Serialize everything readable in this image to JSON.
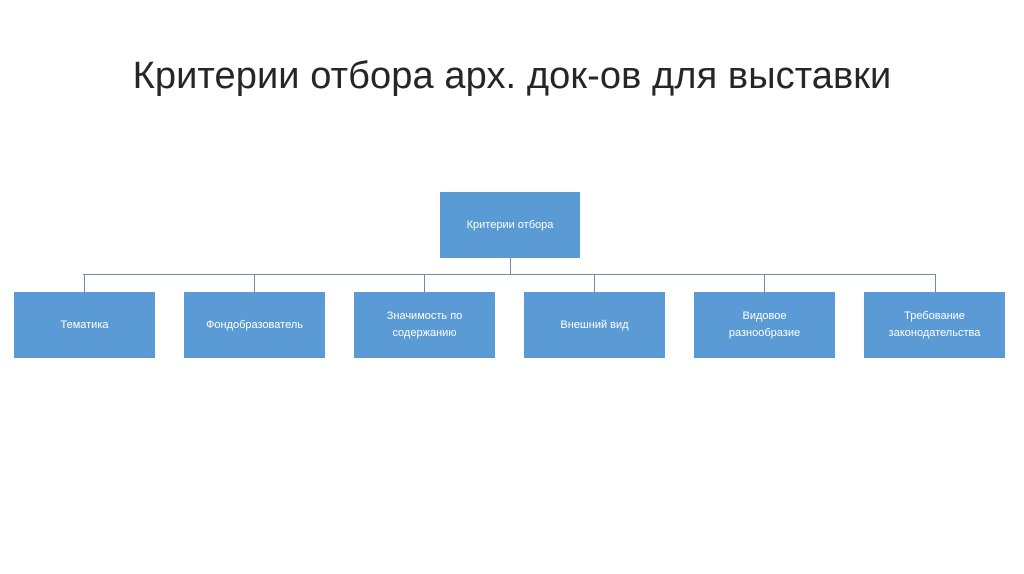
{
  "slide": {
    "title": "Критерии отбора арх. док-ов для выставки",
    "background_color": "#ffffff",
    "title_color": "#262626"
  },
  "theme": {
    "node_fill": "#5b9bd5",
    "node_text_color": "#ffffff",
    "connector_color": "#6e8fa3"
  },
  "chart_data": {
    "type": "diagram",
    "diagram_kind": "org-chart",
    "orientation": "top-down",
    "title": "Критерии отбора арх. док-ов для выставки",
    "root": {
      "id": "root",
      "label": "Критерии отбора"
    },
    "children": [
      {
        "id": "child-1",
        "label": "Тематика"
      },
      {
        "id": "child-2",
        "label": "Фондобразователь"
      },
      {
        "id": "child-3",
        "label": "Значимость по\nсодержанию"
      },
      {
        "id": "child-4",
        "label": "Внешний вид"
      },
      {
        "id": "child-5",
        "label": "Видовое\nразнообразие"
      },
      {
        "id": "child-6",
        "label": "Требование\nзаконодательства"
      }
    ],
    "edges": [
      {
        "from": "root",
        "to": "child-1"
      },
      {
        "from": "root",
        "to": "child-2"
      },
      {
        "from": "root",
        "to": "child-3"
      },
      {
        "from": "root",
        "to": "child-4"
      },
      {
        "from": "root",
        "to": "child-5"
      },
      {
        "from": "root",
        "to": "child-6"
      }
    ],
    "node_count": 7,
    "level_count": 2
  },
  "layout": {
    "child_x": [
      14,
      184,
      354,
      524,
      694,
      864
    ],
    "drop_x": [
      84,
      254,
      424,
      594,
      764,
      935
    ]
  }
}
